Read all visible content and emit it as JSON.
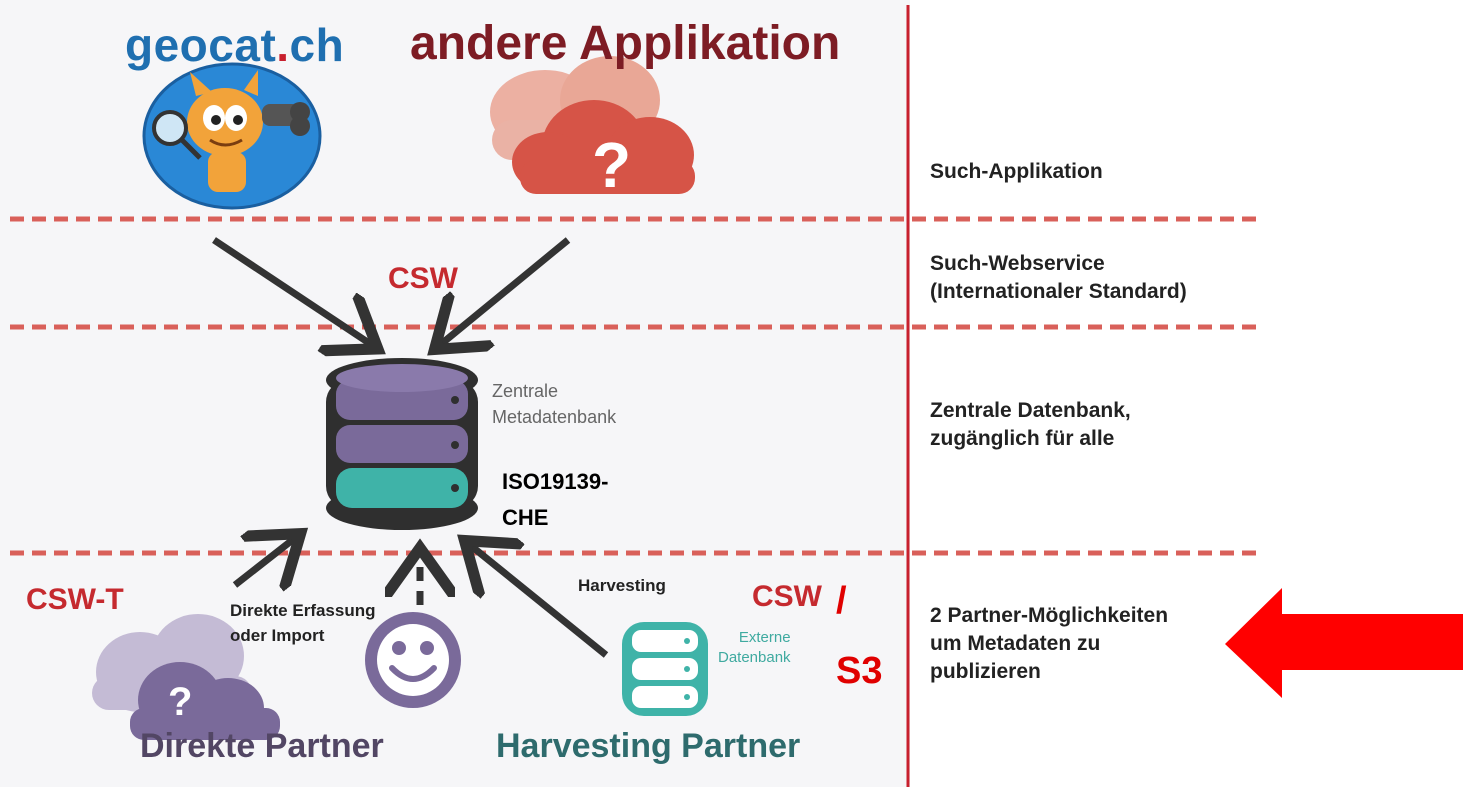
{
  "header": {
    "brand_prefix": "geocat",
    "brand_dot": ".",
    "brand_suffix": "ch",
    "other_app": "andere Applikation"
  },
  "protocols": {
    "top": "CSW",
    "write": "CSW-T",
    "harvest": "CSW",
    "slash": "/",
    "s3": "S3"
  },
  "database": {
    "label_line1": "Zentrale",
    "label_line2": "Metadatenbank",
    "standard_line1": "ISO19139-",
    "standard_line2": "CHE"
  },
  "inputs": {
    "direct_line1": "Direkte Erfassung",
    "direct_line2": "oder Import",
    "harvesting": "Harvesting",
    "external_line1": "Externe",
    "external_line2": "Datenbank",
    "cloud_symbol": "?",
    "app_cloud_symbol": "?"
  },
  "partners": {
    "direct": "Direkte Partner",
    "harvesting": "Harvesting Partner"
  },
  "layers": [
    {
      "line1": "Such-Applikation",
      "line2": ""
    },
    {
      "line1": "Such-Webservice",
      "line2": "(Internationaler Standard)"
    },
    {
      "line1": "Zentrale Datenbank,",
      "line2": "zugänglich für alle"
    },
    {
      "line1": "2 Partner-Möglichkeiten",
      "line2": "um Metadaten zu",
      "line3": "publizieren"
    }
  ],
  "colors": {
    "divider": "#c8202e",
    "highlight_arrow": "#ff0000",
    "db_purple": "#7a6a9a",
    "db_teal": "#3fb3a8",
    "cloud_red": "#d9564a"
  },
  "icons": [
    "mascot-icon",
    "cloud-question-icon",
    "database-icon",
    "smiley-icon",
    "external-database-icon",
    "highlight-arrow-icon"
  ]
}
